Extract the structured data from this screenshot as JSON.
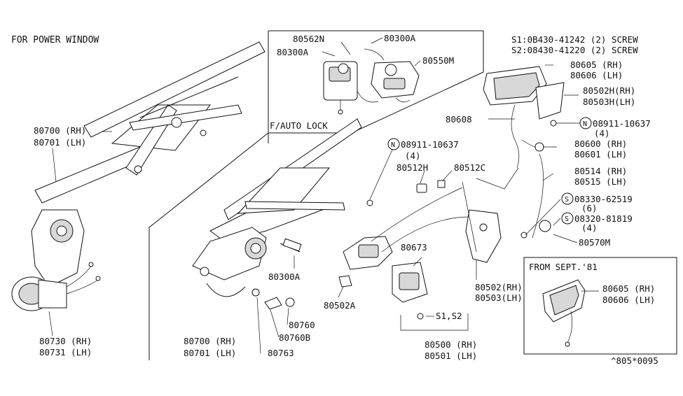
{
  "title": "FOR POWER WINDOW",
  "screw_notes": {
    "s1": "S1:0B430-41242 (2) SCREW",
    "s2": "S2:08430-41220 (2) SCREW"
  },
  "inset_auto_lock": {
    "label": "F/AUTO LOCK",
    "parts": [
      "80562N",
      "80300A",
      "80300A",
      "80550M"
    ]
  },
  "inset_sept81": {
    "label": "FROM SEPT.'81",
    "parts": [
      "80605 (RH)",
      "80606 (LH)"
    ]
  },
  "callouts": {
    "p80700_rh_left": "80700 (RH)",
    "p80701_lh_left": "80701 (LH)",
    "p80730_rh": "80730 (RH)",
    "p80731_lh": "80731 (LH)",
    "p80700_rh_mid": "80700 (RH)",
    "p80701_lh_mid": "80701 (LH)",
    "p80763": "80763",
    "p80760b": "80760B",
    "p80760": "80760",
    "p80300a_mid": "80300A",
    "p80502a": "80502A",
    "p08911_mid_num": "08911-10637",
    "p08911_mid_qty": "(4)",
    "p80512h": "80512H",
    "p80512c": "80512C",
    "p80673": "80673",
    "p80502_rh": "80502(RH)",
    "p80503_lh": "80503(LH)",
    "s1s2": "S1,S2",
    "p80500_rh": "80500 (RH)",
    "p80501_lh": "80501 (LH)",
    "p80605_rh": "80605 (RH)",
    "p80606_lh": "80606 (LH)",
    "p80502h_rh": "80502H(RH)",
    "p80503h_lh": "80503H(LH)",
    "p80608": "80608",
    "p08911_right_num": "08911-10637",
    "p08911_right_qty": "(4)",
    "p80600_rh": "80600 (RH)",
    "p80601_lh": "80601 (LH)",
    "p80514_rh": "80514 (RH)",
    "p80515_lh": "80515 (LH)",
    "p08330_num": "08330-62519",
    "p08330_qty": "(6)",
    "p08320_num": "08320-81819",
    "p08320_qty": "(4)",
    "p80570m": "80570M"
  },
  "symbols": {
    "nut": "N",
    "screw": "S"
  },
  "diagram_code": "^805*0095"
}
